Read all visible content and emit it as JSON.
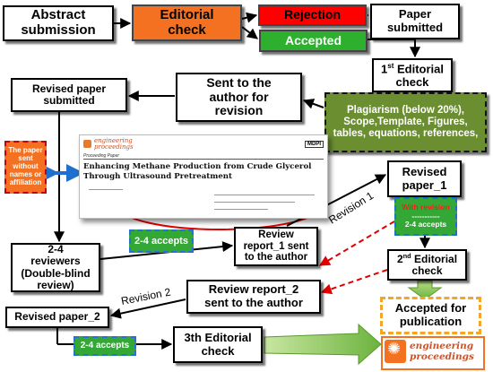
{
  "nodes": {
    "abstract": "Abstract\nsubmission",
    "editorial_check": "Editorial\ncheck",
    "rejection": "Rejection",
    "accepted": "Accepted",
    "paper_submitted": "Paper\nsubmitted",
    "first_editorial_pre": "1",
    "first_editorial_sup": "st",
    "first_editorial_post": " Editorial\ncheck",
    "sent_to_author": "Sent to the\nauthor for\nrevision",
    "plagiarism": "Plagiarism (below 20%),\nScope,Template, Figures,\ntables, equations, references,",
    "revised_paper_submitted": "Revised paper\nsubmitted",
    "no_names": "The paper\nsent\nwithout\nnames or\naffiliation",
    "revised_paper_1": "Revised\npaper_1",
    "with_revision": "With revision",
    "with_revision_dashes": "-----------",
    "with_revision_accepts": "2-4 accepts",
    "accepts_a": "2-4 accepts",
    "review_report_1": "Review\nreport_1 sent\nto the author",
    "reviewers": "2-4\nreviewers\n(Double-blind\nreview)",
    "second_editorial_pre": "2",
    "second_editorial_sup": "nd",
    "second_editorial_post": " Editorial\ncheck",
    "review_report_2": "Review report_2\nsent to the author",
    "accepted_for_publication": "Accepted for\npublication",
    "revised_paper_2": "Revised paper_2",
    "accepts_b": "2-4 accepts",
    "third_editorial": "3th Editorial\ncheck"
  },
  "edge_labels": {
    "revision_1": "Revision 1",
    "revision_2": "Revision 2"
  },
  "paper_preview": {
    "journal": "engineering\nproceedings",
    "publisher": "MDPI",
    "section": "Proceeding Paper",
    "title": "Enhancing Methane Production from Crude Glycerol Through Ultrasound Pretreatment"
  },
  "logo": {
    "text": "engineering\nproceedings"
  },
  "colors": {
    "editorial_orange": "#f37120",
    "rejection_red": "#ff0000",
    "accepted_green": "#2db02d",
    "plagiarism_olive": "#6b8e31",
    "arrow_green": "#8cc63f",
    "dashed_red": "#e00000"
  }
}
